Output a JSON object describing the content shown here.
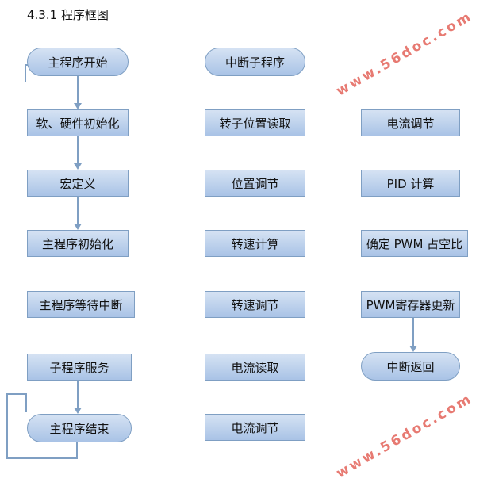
{
  "title": "4.3.1 程序框图",
  "main": [
    "主程序开始",
    "软、硬件初始化",
    "宏定义",
    "主程序初始化",
    "主程序等待中断",
    "子程序服务",
    "主程序结束"
  ],
  "interrupt": [
    "中断子程序",
    "转子位置读取",
    "位置调节",
    "转速计算",
    "转速调节",
    "电流读取",
    "电流调节"
  ],
  "current": [
    "电流调节",
    "PID 计算",
    "确定 PWM 占空比",
    "PWM寄存器更新",
    "中断返回"
  ],
  "watermark": "www.56doc.com"
}
